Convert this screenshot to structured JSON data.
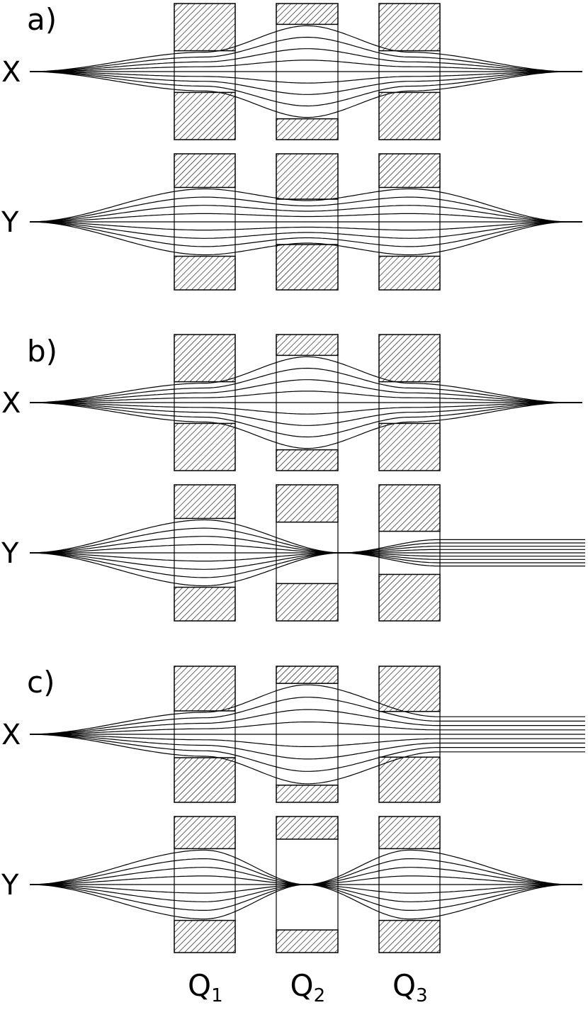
{
  "panels": [
    {
      "label": "a)",
      "rows": [
        {
          "plane": "X",
          "shape": "both_cross_diverge"
        },
        {
          "plane": "Y",
          "shape": "both_cross_converge"
        }
      ]
    },
    {
      "label": "b)",
      "rows": [
        {
          "plane": "X",
          "shape": "both_cross_diverge"
        },
        {
          "plane": "Y",
          "shape": "cross_to_focus_then_parallel"
        }
      ]
    },
    {
      "label": "c)",
      "rows": [
        {
          "plane": "X",
          "shape": "cross_then_parallel"
        },
        {
          "plane": "Y",
          "shape": "double_focus"
        }
      ]
    }
  ],
  "quadrupoles": [
    {
      "name": "Q",
      "sub": "1"
    },
    {
      "name": "Q",
      "sub": "2"
    },
    {
      "name": "Q",
      "sub": "3"
    }
  ],
  "colors": {
    "line": "#000000",
    "hatch": "#000000",
    "background": "#ffffff"
  }
}
